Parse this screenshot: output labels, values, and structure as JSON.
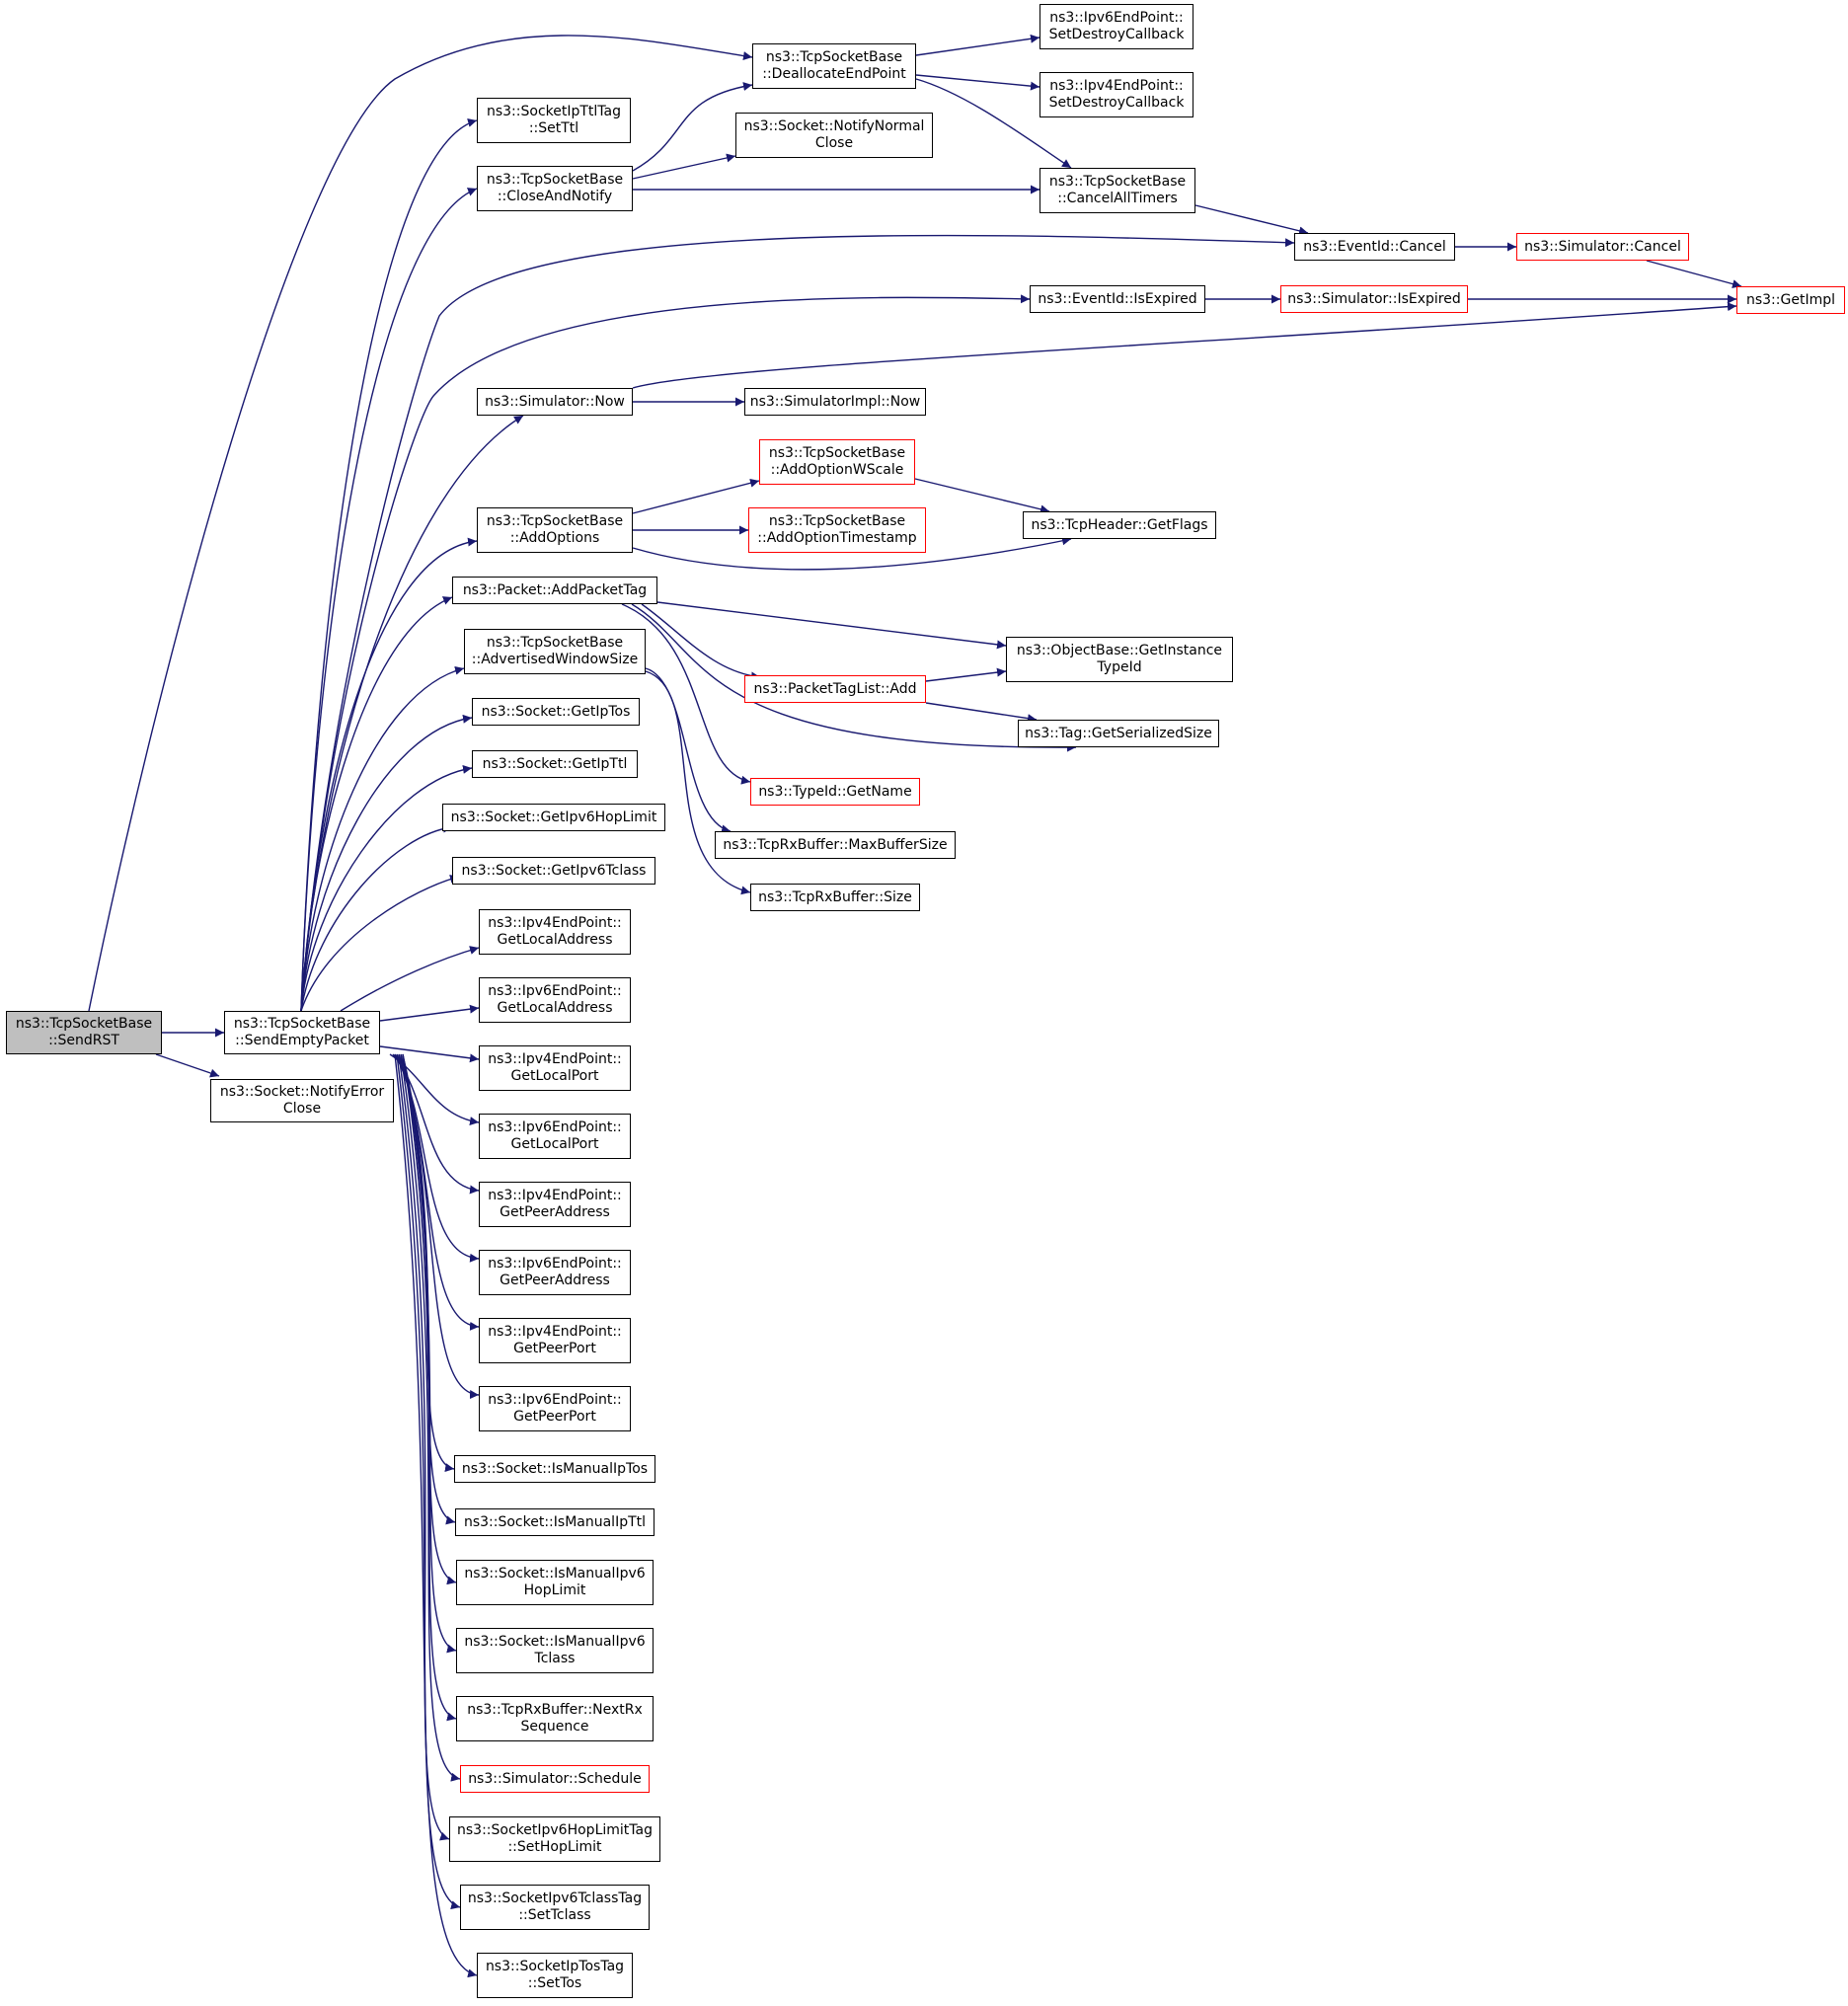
{
  "colors": {
    "edge": "#191970",
    "node_border": "#000000",
    "node_border_external": "#ff0000",
    "root_fill": "#bfbfbf"
  },
  "nodes": {
    "sendrst": {
      "line1": "ns3::TcpSocketBase",
      "line2": "::SendRST"
    },
    "sendemptypacket": {
      "line1": "ns3::TcpSocketBase",
      "line2": "::SendEmptyPacket"
    },
    "notifyerrorclose": {
      "line1": "ns3::Socket::NotifyError",
      "line2": "Close"
    },
    "deallocateendpoint": {
      "line1": "ns3::TcpSocketBase",
      "line2": "::DeallocateEndPoint"
    },
    "ipv6setdestroy": {
      "line1": "ns3::Ipv6EndPoint::",
      "line2": "SetDestroyCallback"
    },
    "ipv4setdestroy": {
      "line1": "ns3::Ipv4EndPoint::",
      "line2": "SetDestroyCallback"
    },
    "setttl": {
      "line1": "ns3::SocketIpTtlTag",
      "line2": "::SetTtl"
    },
    "closeandnotify": {
      "line1": "ns3::TcpSocketBase",
      "line2": "::CloseAndNotify"
    },
    "notifynormalclose": {
      "line1": "ns3::Socket::NotifyNormal",
      "line2": "Close"
    },
    "cancelalltimers": {
      "line1": "ns3::TcpSocketBase",
      "line2": "::CancelAllTimers"
    },
    "eventidcancel": {
      "line1": "ns3::EventId::Cancel"
    },
    "simulatorcancel": {
      "line1": "ns3::Simulator::Cancel"
    },
    "getimpl": {
      "line1": "ns3::GetImpl"
    },
    "eventidisexpired": {
      "line1": "ns3::EventId::IsExpired"
    },
    "simulatorisexpired": {
      "line1": "ns3::Simulator::IsExpired"
    },
    "simulatornow": {
      "line1": "ns3::Simulator::Now"
    },
    "simulatorimplnow": {
      "line1": "ns3::SimulatorImpl::Now"
    },
    "addoptionwscale": {
      "line1": "ns3::TcpSocketBase",
      "line2": "::AddOptionWScale"
    },
    "addoptions": {
      "line1": "ns3::TcpSocketBase",
      "line2": "::AddOptions"
    },
    "addoptiontimestamp": {
      "line1": "ns3::TcpSocketBase",
      "line2": "::AddOptionTimestamp"
    },
    "getflags": {
      "line1": "ns3::TcpHeader::GetFlags"
    },
    "addpackettag": {
      "line1": "ns3::Packet::AddPacketTag"
    },
    "advertisedwindowsize": {
      "line1": "ns3::TcpSocketBase",
      "line2": "::AdvertisedWindowSize"
    },
    "getinstancetypeid": {
      "line1": "ns3::ObjectBase::GetInstance",
      "line2": "TypeId"
    },
    "packettaglistadd": {
      "line1": "ns3::PacketTagList::Add"
    },
    "getserializedsize": {
      "line1": "ns3::Tag::GetSerializedSize"
    },
    "typeidgetname": {
      "line1": "ns3::TypeId::GetName"
    },
    "maxbuffersize": {
      "line1": "ns3::TcpRxBuffer::MaxBufferSize"
    },
    "rxbuffersize": {
      "line1": "ns3::TcpRxBuffer::Size"
    },
    "getiptos": {
      "line1": "ns3::Socket::GetIpTos"
    },
    "getipttl": {
      "line1": "ns3::Socket::GetIpTtl"
    },
    "getipv6hoplimit": {
      "line1": "ns3::Socket::GetIpv6HopLimit"
    },
    "getipv6tclass": {
      "line1": "ns3::Socket::GetIpv6Tclass"
    },
    "ipv4getlocaladdress": {
      "line1": "ns3::Ipv4EndPoint::",
      "line2": "GetLocalAddress"
    },
    "ipv6getlocaladdress": {
      "line1": "ns3::Ipv6EndPoint::",
      "line2": "GetLocalAddress"
    },
    "ipv4getlocalport": {
      "line1": "ns3::Ipv4EndPoint::",
      "line2": "GetLocalPort"
    },
    "ipv6getlocalport": {
      "line1": "ns3::Ipv6EndPoint::",
      "line2": "GetLocalPort"
    },
    "ipv4getpeeraddress": {
      "line1": "ns3::Ipv4EndPoint::",
      "line2": "GetPeerAddress"
    },
    "ipv6getpeeraddress": {
      "line1": "ns3::Ipv6EndPoint::",
      "line2": "GetPeerAddress"
    },
    "ipv4getpeerport": {
      "line1": "ns3::Ipv4EndPoint::",
      "line2": "GetPeerPort"
    },
    "ipv6getpeerport": {
      "line1": "ns3::Ipv6EndPoint::",
      "line2": "GetPeerPort"
    },
    "ismanualiptos": {
      "line1": "ns3::Socket::IsManualIpTos"
    },
    "ismanualipttl": {
      "line1": "ns3::Socket::IsManualIpTtl"
    },
    "ismanualipv6hoplimit": {
      "line1": "ns3::Socket::IsManualIpv6",
      "line2": "HopLimit"
    },
    "ismanualipv6tclass": {
      "line1": "ns3::Socket::IsManualIpv6",
      "line2": "Tclass"
    },
    "nextrxsequence": {
      "line1": "ns3::TcpRxBuffer::NextRx",
      "line2": "Sequence"
    },
    "simulatorschedule": {
      "line1": "ns3::Simulator::Schedule"
    },
    "sethoplimit": {
      "line1": "ns3::SocketIpv6HopLimitTag",
      "line2": "::SetHopLimit"
    },
    "settclass": {
      "line1": "ns3::SocketIpv6TclassTag",
      "line2": "::SetTclass"
    },
    "settos": {
      "line1": "ns3::SocketIpTosTag",
      "line2": "::SetTos"
    }
  }
}
